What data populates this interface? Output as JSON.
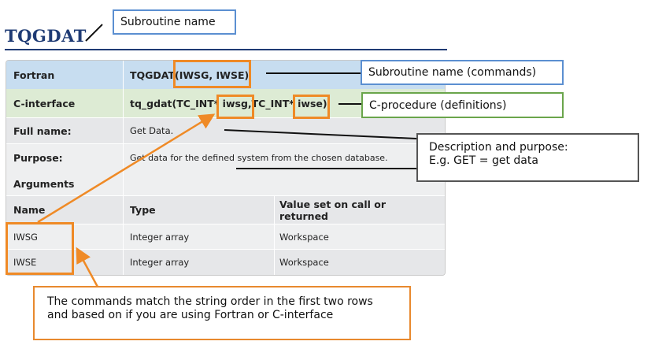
{
  "title": "TQGDAT",
  "table": {
    "fortran": {
      "label": "Fortran",
      "value": "TQGDAT(IWSG, IWSE)"
    },
    "c_interface": {
      "label": "C-interface",
      "value": "tq_gdat(TC_INT* iwsg,TC_INT* iwse)"
    },
    "full_name": {
      "label": "Full name:",
      "value": "Get Data."
    },
    "purpose": {
      "label": "Purpose:",
      "value": "Get data for the defined system from the chosen database."
    },
    "arguments_label": "Arguments",
    "headers": [
      "Name",
      "Type",
      "Value set on call or returned"
    ],
    "rows": [
      [
        "IWSG",
        "Integer array",
        "Workspace"
      ],
      [
        "IWSE",
        "Integer array",
        "Workspace"
      ]
    ]
  },
  "callouts": {
    "subroutine_name": "Subroutine name",
    "subroutine_commands": "Subroutine name (commands)",
    "c_procedure": "C-procedure (definitions)",
    "description_line1": "Description and purpose:",
    "description_line2": "E.g. GET = get data",
    "commands_line1": "The commands match the string order in the first two rows",
    "commands_line2": "and based on if you are using Fortran or C-interface"
  },
  "colors": {
    "title_blue": "#1f3b74",
    "highlight_orange": "#ef8a26",
    "callout_blue": "#5b8fd1",
    "callout_green": "#6aa54b",
    "fortran_row": "#c7ddf0",
    "c_interface_row": "#ddebd4"
  }
}
